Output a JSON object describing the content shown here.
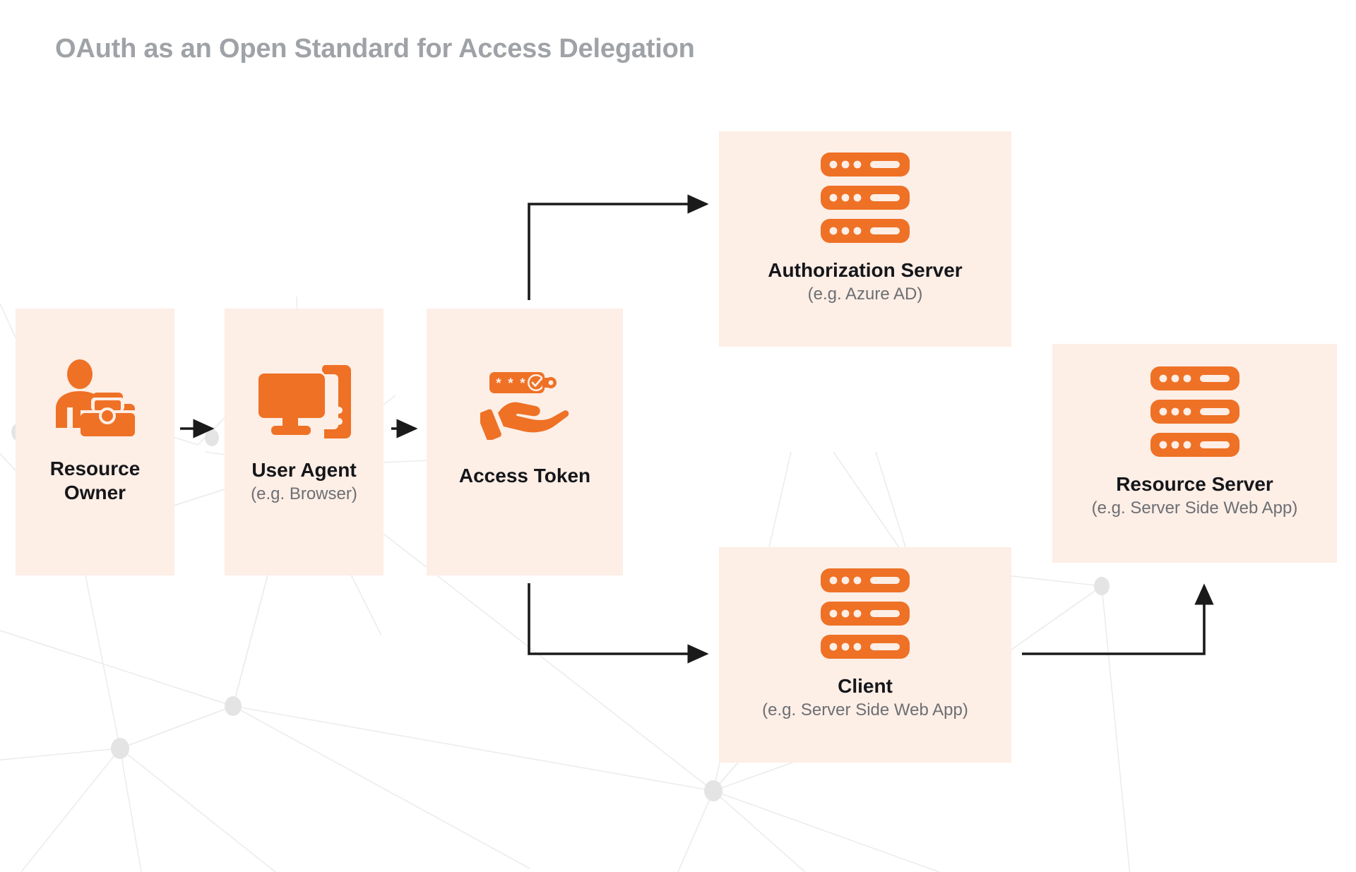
{
  "title": "OAuth as an Open Standard for Access Delegation",
  "colors": {
    "accent_orange": "#ee7125",
    "box_background": "#fdeee6",
    "page_background": "#ffffff",
    "title_gray": "#9fa2a6",
    "label_black": "#15161a",
    "sublabel_gray": "#6c6f73",
    "connector_black": "#1a1a1a",
    "network_gray": "#e8e8e8"
  },
  "nodes": [
    {
      "id": "resource-owner",
      "label": "Resource\nOwner",
      "sublabel": "",
      "icon": "person-briefcase-icon"
    },
    {
      "id": "user-agent",
      "label": "User Agent",
      "sublabel": "(e.g. Browser)",
      "icon": "desktop-computer-icon"
    },
    {
      "id": "access-token",
      "label": "Access Token",
      "sublabel": "",
      "icon": "hand-holding-token-icon"
    },
    {
      "id": "authorization-server",
      "label": "Authorization Server",
      "sublabel": "(e.g. Azure AD)",
      "icon": "server-rack-icon"
    },
    {
      "id": "client",
      "label": "Client",
      "sublabel": "(e.g. Server Side Web App)",
      "icon": "server-rack-icon"
    },
    {
      "id": "resource-server",
      "label": "Resource Server",
      "sublabel": "(e.g. Server Side Web App)",
      "icon": "server-rack-icon"
    }
  ],
  "connectors": [
    {
      "id": "resource-owner-to-user-agent",
      "from": "resource-owner",
      "to": "user-agent",
      "style": "straight-right-arrow"
    },
    {
      "id": "user-agent-to-access-token",
      "from": "user-agent",
      "to": "access-token",
      "style": "straight-right-arrow"
    },
    {
      "id": "access-token-to-authorization-server",
      "from": "access-token",
      "to": "authorization-server",
      "style": "elbow-up-right-arrow"
    },
    {
      "id": "access-token-to-client",
      "from": "access-token",
      "to": "client",
      "style": "elbow-down-right-arrow"
    },
    {
      "id": "client-to-resource-server",
      "from": "client",
      "to": "resource-server",
      "style": "elbow-right-up-arrow"
    }
  ]
}
